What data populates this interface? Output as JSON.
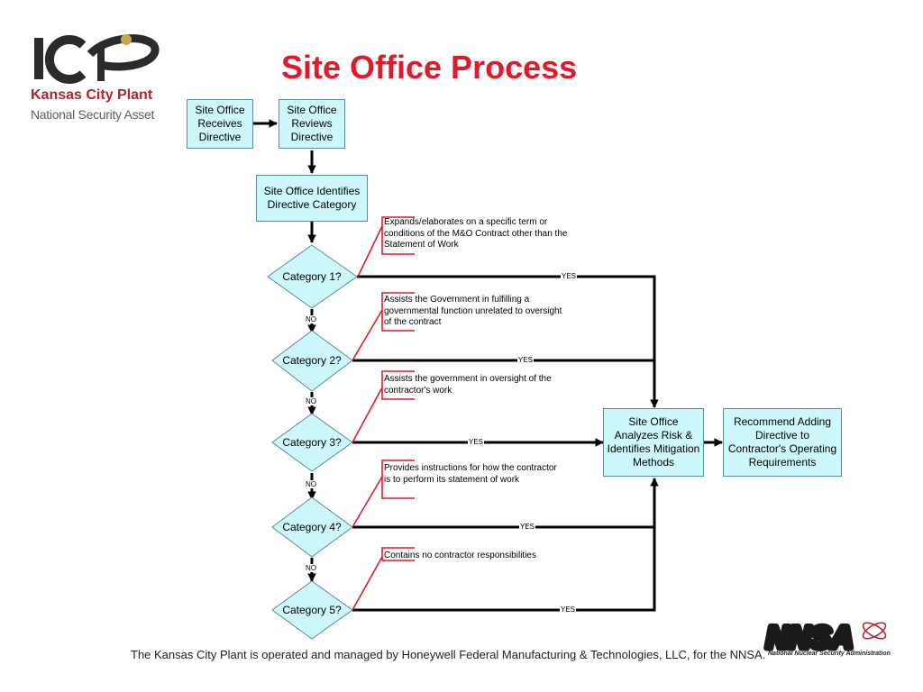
{
  "title": "Site Office Process",
  "logo": {
    "mark": "KCP",
    "name": "Kansas City Plant",
    "subtitle": "National Security Asset"
  },
  "footer": "The Kansas City Plant is operated and managed by Honeywell Federal Manufacturing & Technologies, LLC, for the NNSA.",
  "nnsa": {
    "mark": "NNSA",
    "subtitle": "National Nuclear Security Administration"
  },
  "process_boxes": {
    "receives": "Site Office Receives Directive",
    "reviews": "Site Office Reviews Directive",
    "identifies": "Site Office Identifies Directive Category",
    "analyzes": "Site Office Analyzes Risk & Identifies Mitigation Methods",
    "recommend": "Recommend Adding Directive to Contractor's Operating Requirements"
  },
  "decisions": [
    {
      "label": "Category 1?",
      "note": "Expands/elaborates on a specific term or conditions of the M&O Contract other than the Statement of Work",
      "yes": "YES",
      "no": "NO"
    },
    {
      "label": "Category 2?",
      "note": "Assists the Government in fulfilling a governmental function  unrelated to oversight of the contract",
      "yes": "YES",
      "no": "NO"
    },
    {
      "label": "Category 3?",
      "note": "Assists the government in oversight of the contractor's work",
      "yes": "YES",
      "no": "NO"
    },
    {
      "label": "Category 4?",
      "note": "Provides instructions for how the contractor is to perform its statement of work",
      "yes": "YES",
      "no": "NO"
    },
    {
      "label": "Category 5?",
      "note": "Contains no contractor responsibilities",
      "yes": "YES"
    }
  ],
  "colors": {
    "title": "#e01a2a",
    "box_fill": "#ccf7fb",
    "box_border": "#5a8d94",
    "callout": "#e01a2a",
    "connector": "#000000"
  }
}
